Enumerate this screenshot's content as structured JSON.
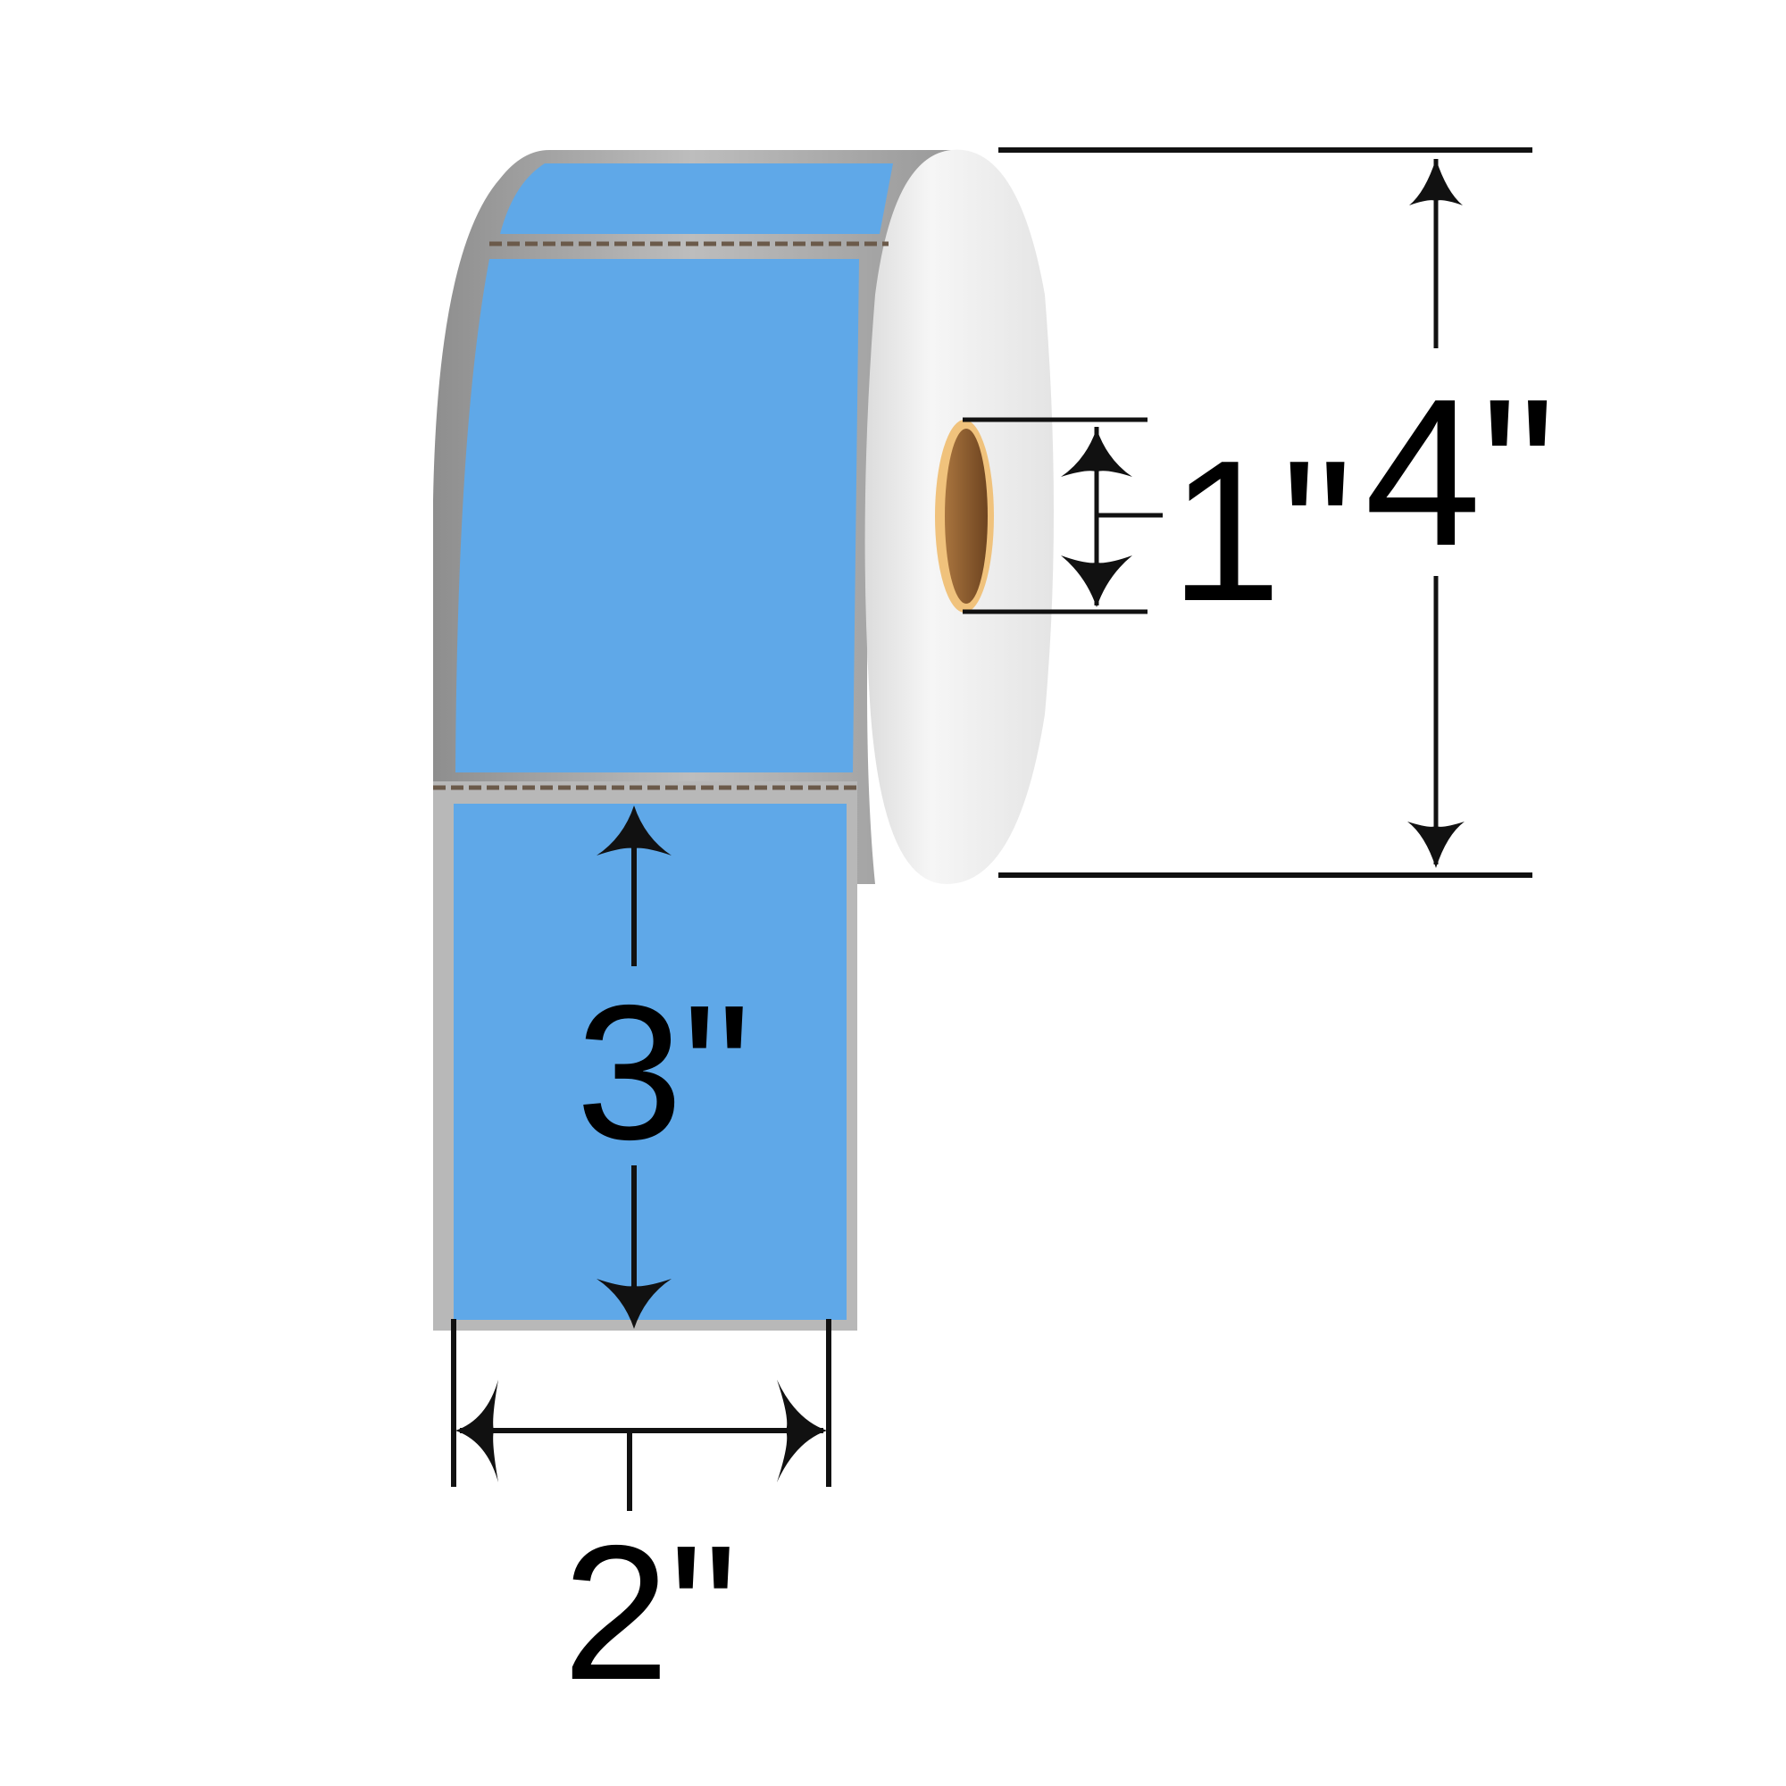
{
  "product": {
    "type": "label-roll",
    "label_color": "#5fa8e8",
    "liner_color": "#b8b8b8",
    "roll_face_color": "#f2f2f2",
    "core_color": "#8a5a30",
    "core_rim_color": "#f0c27c"
  },
  "dimensions": {
    "label_width": {
      "value": "2\"",
      "meaning": "label width"
    },
    "label_height": {
      "value": "3\"",
      "meaning": "label length"
    },
    "core_diameter": {
      "value": "1\"",
      "meaning": "core inner diameter"
    },
    "roll_diameter": {
      "value": "4\"",
      "meaning": "max roll outer diameter"
    }
  },
  "colors": {
    "dimension_lines": "#111111",
    "background": "#ffffff"
  }
}
